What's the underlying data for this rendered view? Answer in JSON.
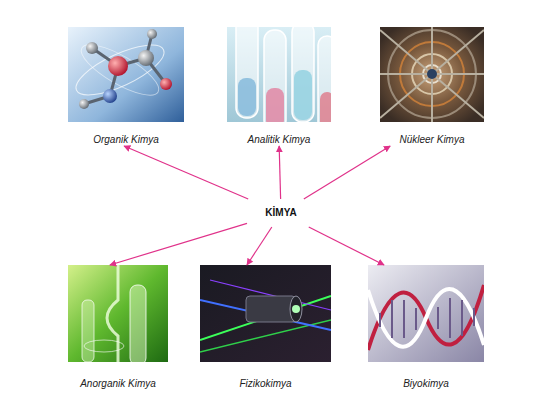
{
  "diagram": {
    "nodes": [
      {
        "text": [
          "Organik Kimya"
        ]
      },
      {
        "text": [
          "Analitik Kimya"
        ]
      },
      {
        "text": [
          "Nükleer Kimya"
        ]
      },
      {
        "text": [
          "KİMYA"
        ]
      },
      {
        "text": [
          "Anorganik Kimya"
        ]
      },
      {
        "text": [
          "Fizikokimya"
        ]
      },
      {
        "text": [
          "Biyokimya"
        ]
      }
    ],
    "edges": [
      {
        "from": 3,
        "to": 0,
        "arrow": "to"
      },
      {
        "from": 3,
        "to": 1,
        "arrow": "to"
      },
      {
        "from": 3,
        "to": 2,
        "arrow": "to"
      },
      {
        "from": 3,
        "to": 4,
        "arrow": "to"
      },
      {
        "from": 3,
        "to": 5,
        "arrow": "to"
      },
      {
        "from": 3,
        "to": 6,
        "arrow": "to"
      }
    ]
  }
}
